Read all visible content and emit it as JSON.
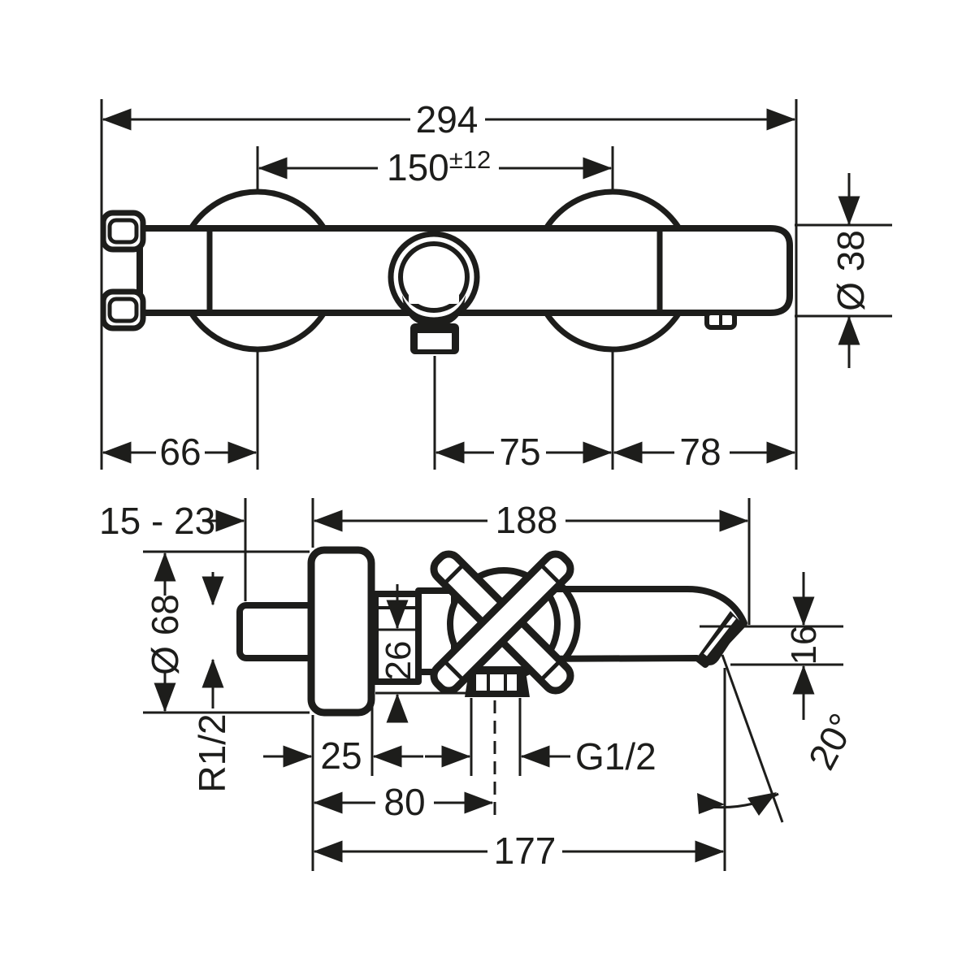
{
  "drawing": {
    "subject": "Wall-mounted bath mixer tap technical dimension drawing, top view and side view",
    "colors": {
      "line": "#1d1d1b",
      "background": "#ffffff"
    },
    "top_view": {
      "overall_width": "294",
      "connection_distance": "150",
      "connection_tolerance": "±12",
      "body_diameter": "Ø 38",
      "left_end_to_left_connection": "66",
      "handle_to_right_connection": "75",
      "right_connection_to_end": "78"
    },
    "side_view": {
      "wall_adjustment_range": "15 - 23",
      "overall_depth": "188",
      "escutcheon_diameter": "Ø 68",
      "outlet_drop": "26",
      "wall_connection_thread": "R1/2",
      "escutcheon_depth": "25",
      "shower_outlet_thread": "G1/2",
      "outlet_center_depth": "80",
      "spout_reach": "177",
      "spout_tip_height": "16",
      "spout_angle": "20°"
    }
  }
}
